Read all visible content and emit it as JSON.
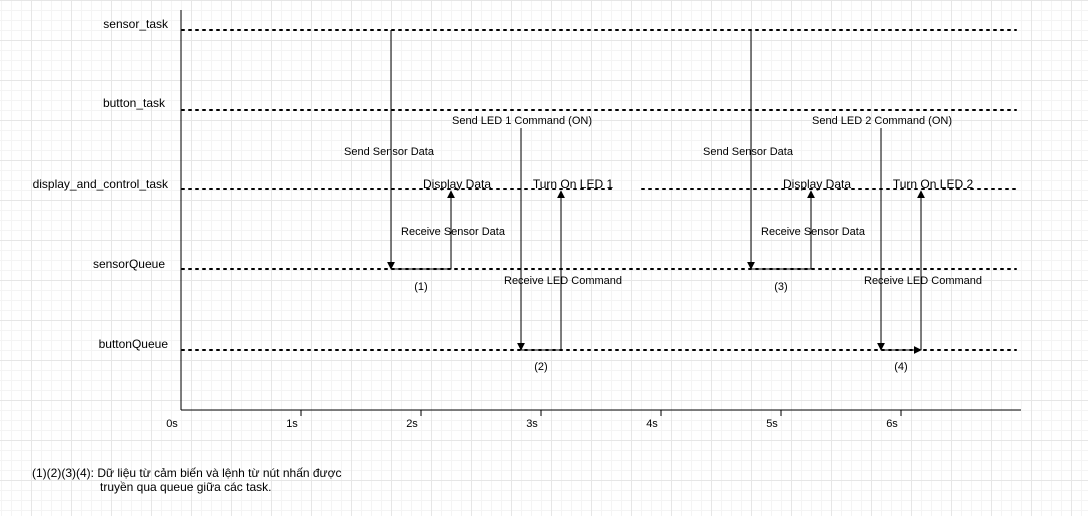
{
  "tasks": [
    {
      "id": "sensor_task",
      "label": "sensor_task"
    },
    {
      "id": "button_task",
      "label": "button_task"
    },
    {
      "id": "display",
      "label": "display_and_control_task"
    },
    {
      "id": "sensorQueue",
      "label": "sensorQueue"
    },
    {
      "id": "buttonQueue",
      "label": "buttonQueue"
    }
  ],
  "axis": {
    "ticks": [
      "0s",
      "1s",
      "2s",
      "3s",
      "4s",
      "5s",
      "6s"
    ]
  },
  "messages": [
    {
      "text": "Send Sensor Data"
    },
    {
      "text": "Send Sensor Data"
    },
    {
      "text": "Send LED 1 Command (ON)"
    },
    {
      "text": "Send LED 2 Command (ON)"
    },
    {
      "text": "Receive Sensor Data"
    },
    {
      "text": "Receive Sensor Data"
    },
    {
      "text": "Receive LED Command"
    },
    {
      "text": "Receive LED Command"
    }
  ],
  "events": [
    {
      "text": "Display Data"
    },
    {
      "text": "Turn On LED 1"
    },
    {
      "text": "Display Data"
    },
    {
      "text": "Turn On LED 2"
    }
  ],
  "markers": [
    "(1)",
    "(2)",
    "(3)",
    "(4)"
  ],
  "footnote": {
    "line1": "(1)(2)(3)(4): Dữ liệu từ cảm biến và lệnh từ nút nhấn được",
    "line2": "truyền qua queue giữa các task."
  }
}
